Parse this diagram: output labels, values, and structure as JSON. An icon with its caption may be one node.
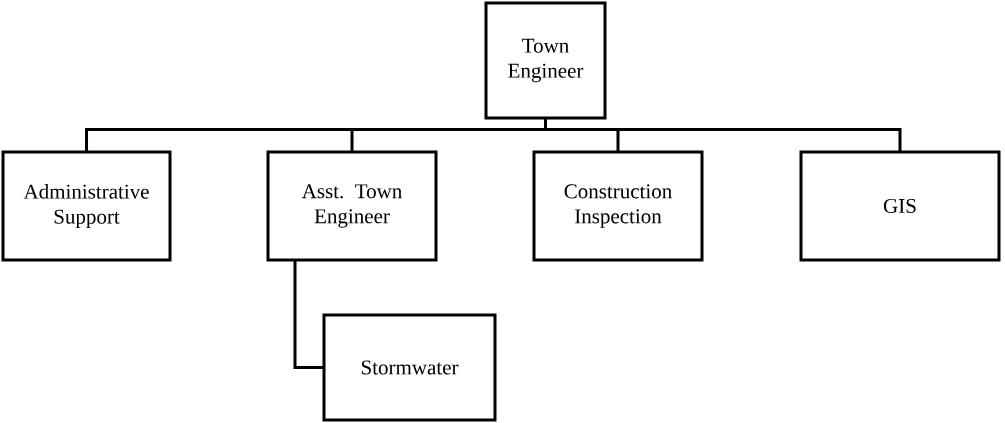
{
  "diagram": {
    "nodes": [
      {
        "text": [
          "Town Engineer"
        ]
      },
      {
        "text": [
          "Administrative Support"
        ]
      },
      {
        "text": [
          "Asst. Town Engineer"
        ]
      },
      {
        "text": [
          "Construction Inspection"
        ]
      },
      {
        "text": [
          "GIS"
        ]
      },
      {
        "text": [
          "Stormwater"
        ]
      }
    ],
    "edges": [
      {
        "from": 0,
        "to": 1,
        "arrow": "none"
      },
      {
        "from": 0,
        "to": 2,
        "arrow": "none"
      },
      {
        "from": 0,
        "to": 3,
        "arrow": "none"
      },
      {
        "from": 0,
        "to": 4,
        "arrow": "none"
      },
      {
        "from": 2,
        "to": 5,
        "arrow": "none"
      }
    ]
  }
}
